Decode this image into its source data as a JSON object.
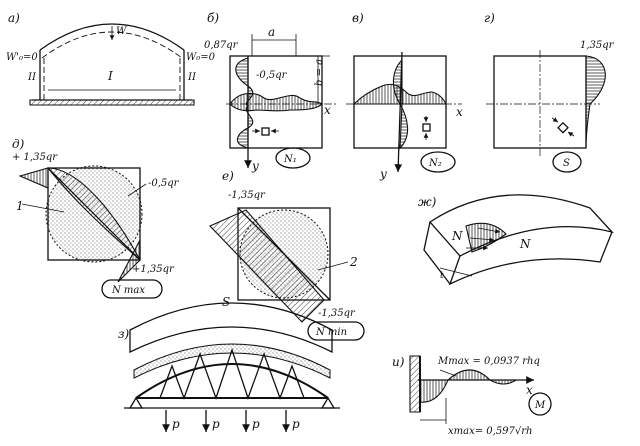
{
  "panels": {
    "a": {
      "label": "а)",
      "w_left": "W'₀=0",
      "w_right": "W₀=0",
      "mark_I": "I",
      "mark_II_left": "II",
      "mark_II_right": "II",
      "mark_w": "W"
    },
    "b": {
      "label": "б)",
      "val_top": "0,87qr",
      "val_mid": "-0,5qr",
      "dim_a": "a",
      "dim_b": "b = a",
      "axis_x": "x",
      "axis_y": "y",
      "badge": "N₁"
    },
    "v": {
      "label": "в)",
      "axis_x": "x",
      "axis_y": "y",
      "badge": "N₂"
    },
    "g": {
      "label": "г)",
      "val_top": "1,35qr",
      "badge": "S"
    },
    "d": {
      "label": "д)",
      "val_top": "+ 1,35qr",
      "val_mid": "-0,5qr",
      "val_bot": "+1,35qr",
      "mark_1": "1",
      "badge": "N max"
    },
    "e": {
      "label": "е)",
      "val_top": "-1,35qr",
      "val_bot": "-1,35qr",
      "mark_2": "2",
      "badge": "N min"
    },
    "zh": {
      "label": "ж)",
      "mark_N_left": "N",
      "mark_N_right": "N",
      "mark_t": "t"
    },
    "z": {
      "label": "з)",
      "mark_S": "S",
      "mark_p": "p"
    },
    "i": {
      "label": "и)",
      "m_max": "Mmax = 0,0937 rhq",
      "x_max": "xmax= 0,597√rh",
      "axis_x": "x",
      "badge": "M"
    }
  }
}
